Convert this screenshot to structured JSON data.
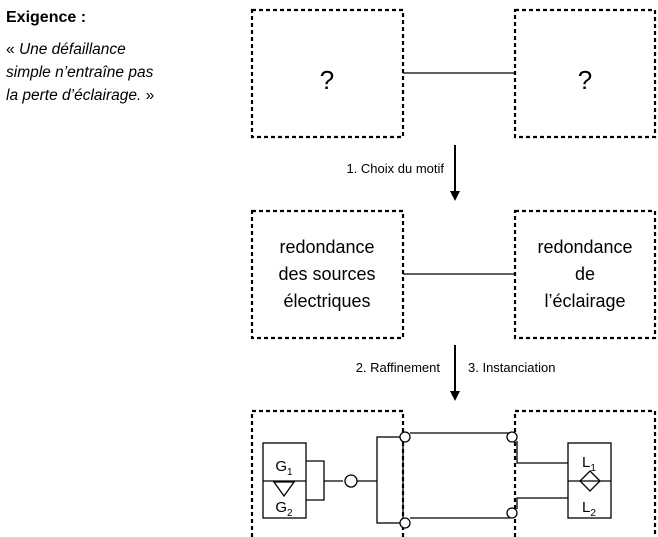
{
  "requirement": {
    "title": "Exigence :",
    "quote_open": "« ",
    "quote_text_line1": "Une défaillance",
    "quote_text_line2": "simple n’entraîne pas",
    "quote_text_line3": "la perte d’éclairage.",
    "quote_close": " »"
  },
  "top_row": {
    "left_box_label": "?",
    "right_box_label": "?"
  },
  "steps": {
    "step1": "1. Choix du motif",
    "step2": "2. Raffinement",
    "step3": "3. Instanciation"
  },
  "middle_row": {
    "left_lines": [
      "redondance",
      "des sources",
      "électriques"
    ],
    "right_lines": [
      "redondance",
      "de",
      "l’éclairage"
    ]
  },
  "bottom_row": {
    "generators": {
      "top_label": "G",
      "top_sub": "1",
      "bottom_label": "G",
      "bottom_sub": "2"
    },
    "lamps": {
      "top_label": "L",
      "top_sub": "1",
      "bottom_label": "L",
      "bottom_sub": "2"
    }
  }
}
